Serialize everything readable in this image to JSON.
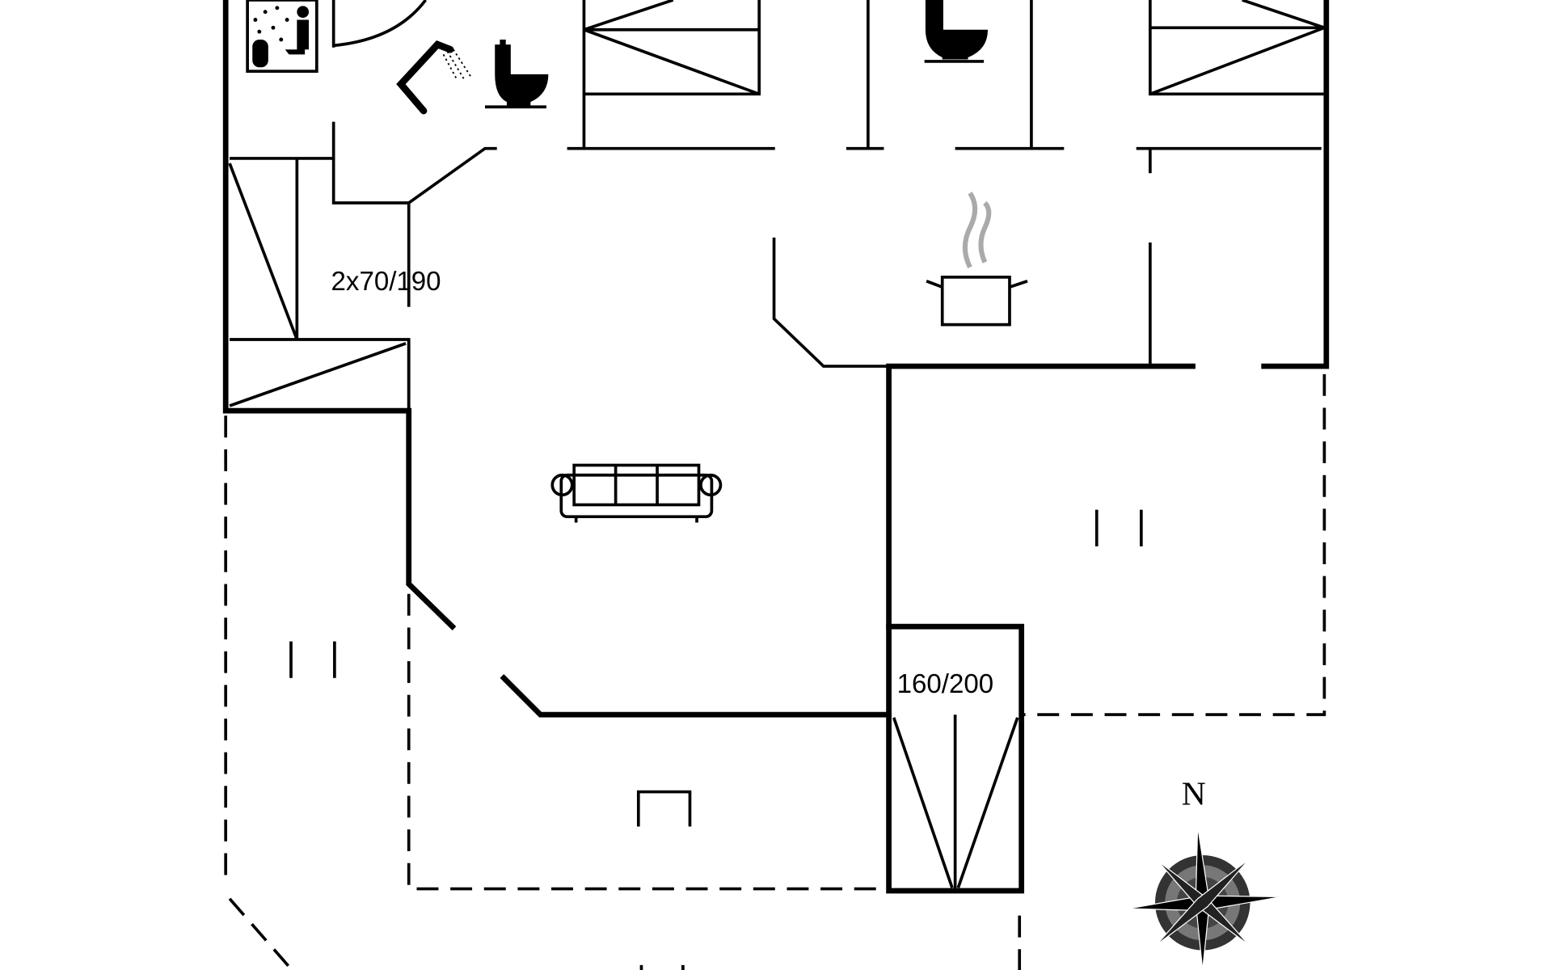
{
  "plan": {
    "bed_label_left": "2x70/190",
    "bed_label_bottom": "160/200",
    "compass_north": "N"
  },
  "colors": {
    "line": "#000000",
    "steam": "#aaaaaa",
    "background": "#ffffff"
  }
}
